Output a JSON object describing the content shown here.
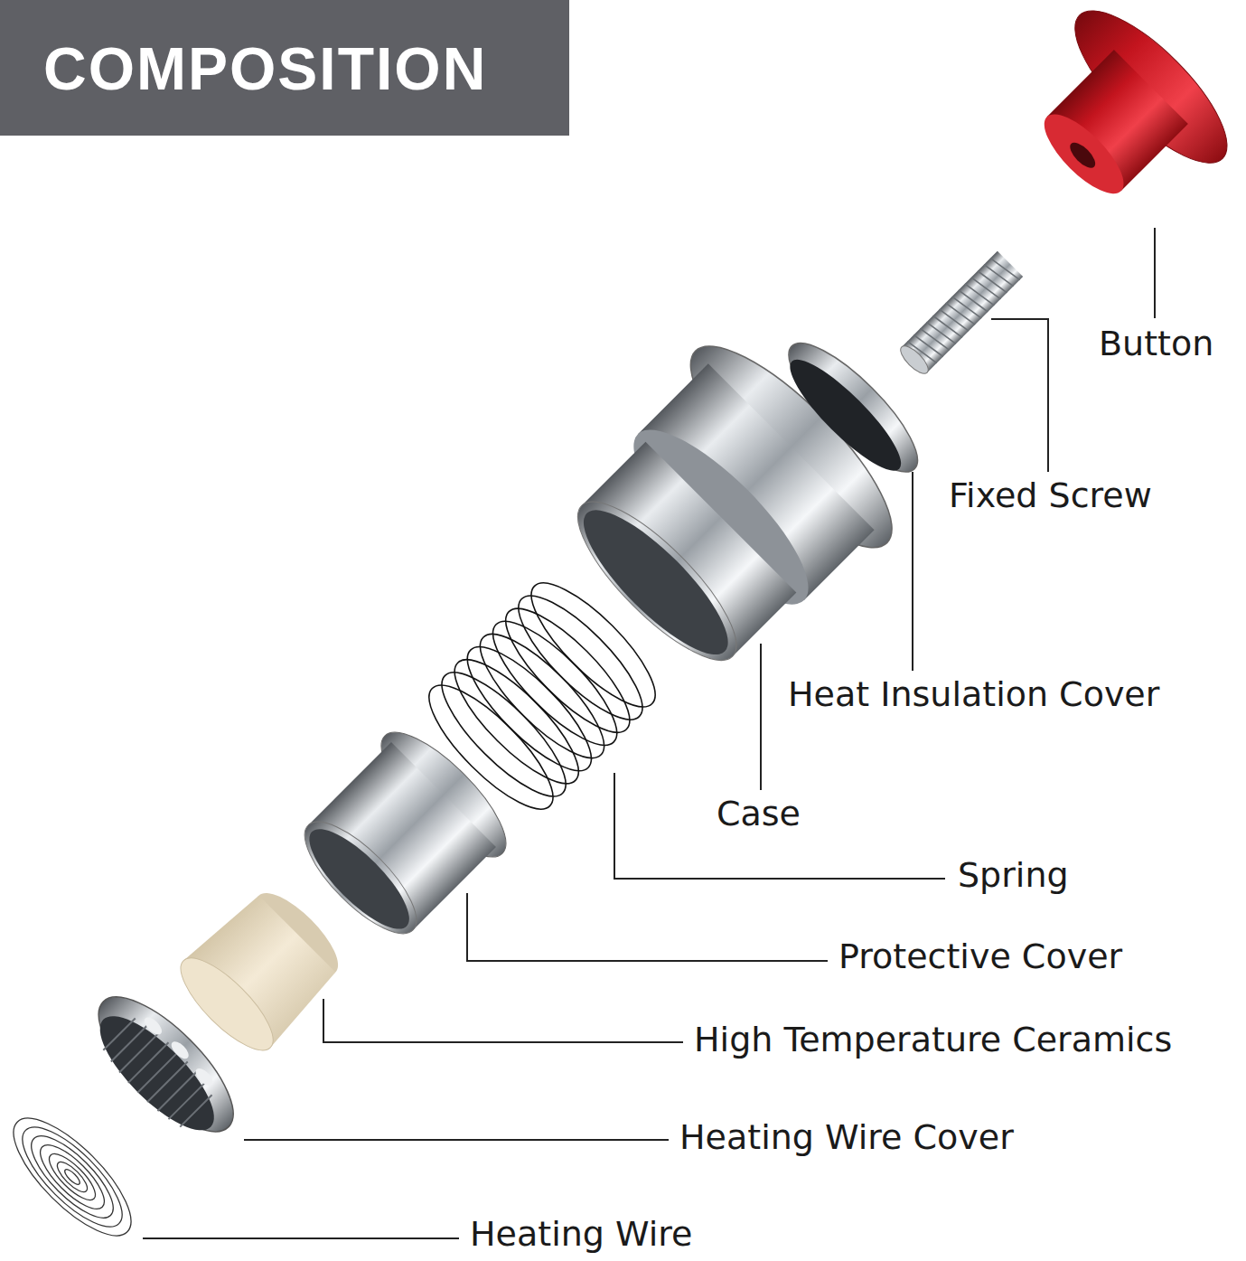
{
  "diagram": {
    "title": "COMPOSITION",
    "labels": [
      "Button",
      "Fixed Screw",
      "Heat Insulation Cover",
      "Case",
      "Spring",
      "Protective Cover",
      "High Temperature Ceramics",
      "Heating Wire Cover",
      "Heating Wire"
    ]
  }
}
